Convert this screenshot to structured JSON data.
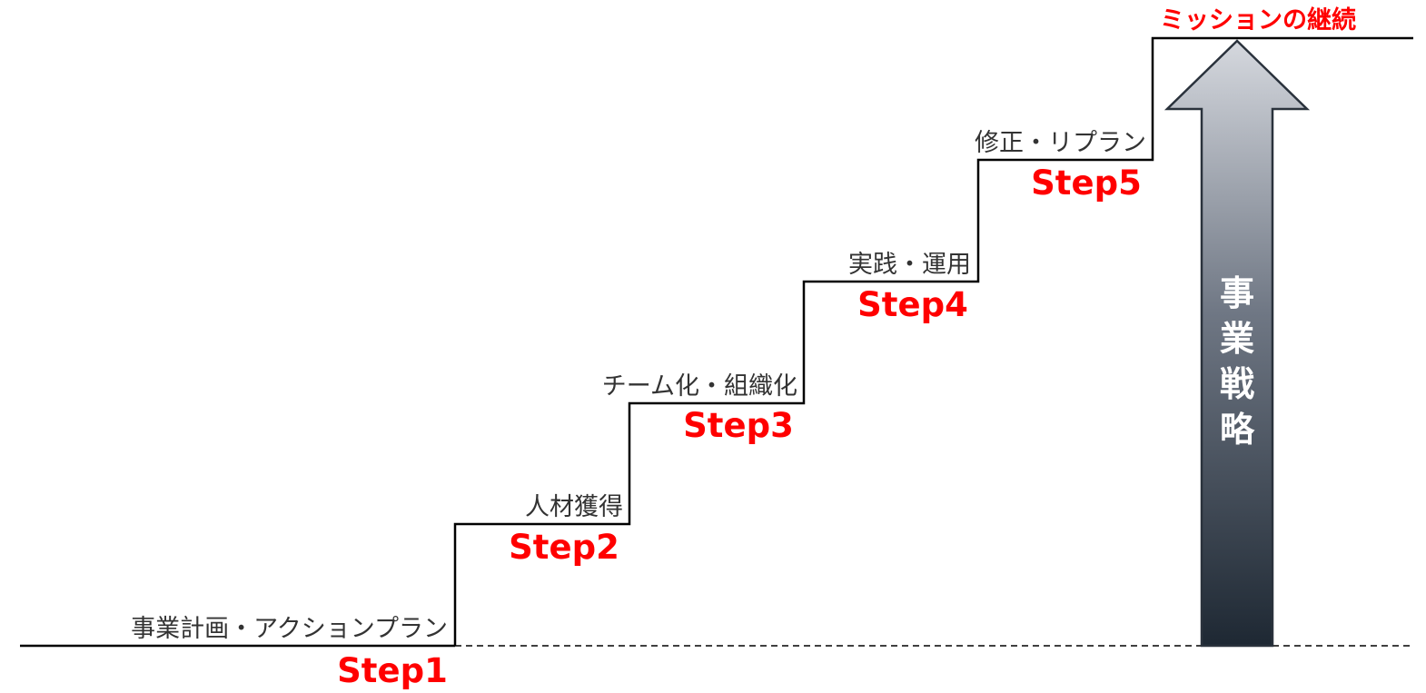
{
  "steps": [
    {
      "label": "Step1",
      "description": "事業計画・アクションプラン"
    },
    {
      "label": "Step2",
      "description": "人材獲得"
    },
    {
      "label": "Step3",
      "description": "チーム化・組織化"
    },
    {
      "label": "Step4",
      "description": "実践・運用"
    },
    {
      "label": "Step5",
      "description": "修正・リプラン"
    }
  ],
  "goal": {
    "label": "ミッションの継続"
  },
  "arrow": {
    "label": "事業戦略",
    "chars": [
      "事",
      "業",
      "戦",
      "略"
    ]
  },
  "colors": {
    "step_text": "#ff0000",
    "description_text": "#333333",
    "line": "#000000",
    "arrow_top": "#d5d8de",
    "arrow_bottom": "#1e2833"
  }
}
